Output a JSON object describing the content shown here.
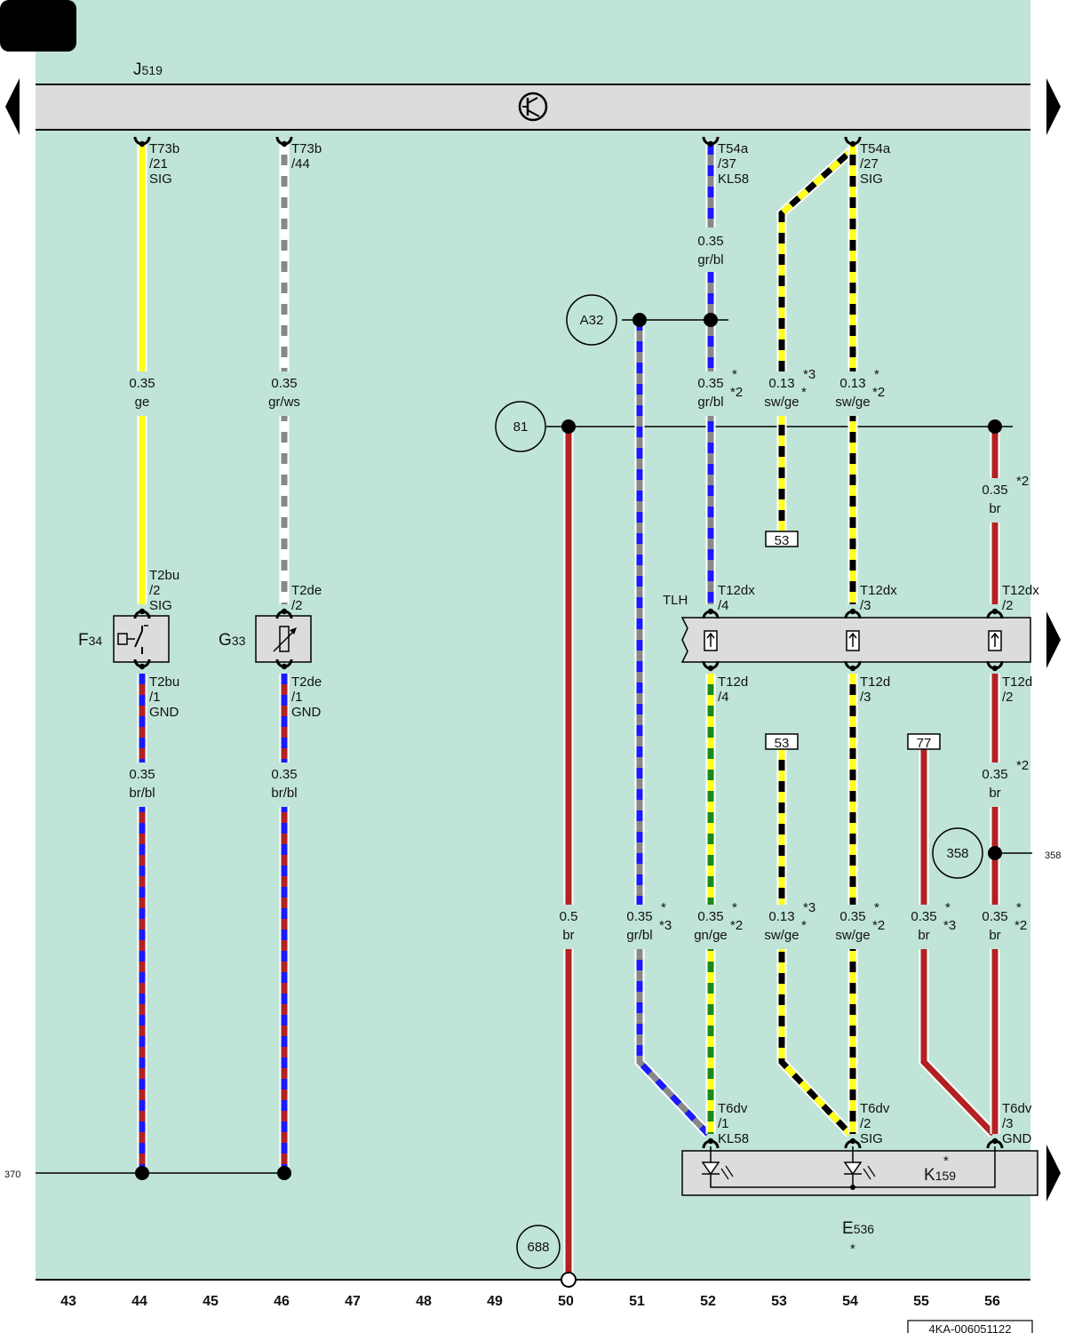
{
  "module": {
    "name": "J",
    "sub": "519"
  },
  "tlh": "TLH",
  "components": {
    "f34": {
      "name": "F",
      "sub": "34"
    },
    "g33": {
      "name": "G",
      "sub": "33"
    },
    "k159": {
      "name": "K",
      "sub": "159",
      "star": "*"
    },
    "e536": {
      "name": "E",
      "sub": "536",
      "star": "*"
    }
  },
  "pins": {
    "p44_top": [
      "T73b",
      "/21",
      "SIG"
    ],
    "p46_top": [
      "T73b",
      "/44"
    ],
    "p52_top": [
      "T54a",
      "/37",
      "KL58"
    ],
    "p54_top": [
      "T54a",
      "/27",
      "SIG"
    ],
    "p44_f_top": [
      "T2bu",
      "/2",
      "SIG"
    ],
    "p44_f_bot": [
      "T2bu",
      "/1",
      "GND"
    ],
    "p46_g_top": [
      "T2de",
      "/2"
    ],
    "p46_g_bot": [
      "T2de",
      "/1",
      "GND"
    ],
    "p52_tlh_top": [
      "T12dx",
      "/4"
    ],
    "p54_tlh_top": [
      "T12dx",
      "/3"
    ],
    "p56_tlh_top": [
      "T12dx",
      "/2"
    ],
    "p52_tlh_bot": [
      "T12d",
      "/4"
    ],
    "p54_tlh_bot": [
      "T12d",
      "/3"
    ],
    "p56_tlh_bot": [
      "T12d",
      "/2"
    ],
    "p52_k": [
      "T6dv",
      "/1",
      "KL58"
    ],
    "p54_k": [
      "T6dv",
      "/2",
      "SIG"
    ],
    "p56_k": [
      "T6dv",
      "/3",
      "GND"
    ]
  },
  "wires": {
    "w44a": {
      "size": "0.35",
      "color": "ge"
    },
    "w46a": {
      "size": "0.35",
      "color": "gr/ws"
    },
    "w44b": {
      "size": "0.35",
      "color": "br/bl"
    },
    "w46b": {
      "size": "0.35",
      "color": "br/bl"
    },
    "w52a": {
      "size": "0.35",
      "color": "gr/bl"
    },
    "w52b": {
      "size": "0.35",
      "color": "gr/bl",
      "note1": "*",
      "note2": "*2"
    },
    "w53a": {
      "size": "0.13",
      "color": "sw/ge",
      "note1": "*3",
      "note2": "*"
    },
    "w54a": {
      "size": "0.13",
      "color": "sw/ge",
      "note1": "*",
      "note2": "*2"
    },
    "w56a": {
      "size": "0.35",
      "color": "br",
      "note1": "*2"
    },
    "w56b": {
      "size": "0.35",
      "color": "br",
      "note1": "*2"
    },
    "w50": {
      "size": "0.5",
      "color": "br"
    },
    "w51": {
      "size": "0.35",
      "color": "gr/bl",
      "note1": "*",
      "note2": "*3"
    },
    "w52c": {
      "size": "0.35",
      "color": "gn/ge",
      "note1": "*",
      "note2": "*2"
    },
    "w53b": {
      "size": "0.13",
      "color": "sw/ge",
      "note1": "*3",
      "note2": "*"
    },
    "w54b": {
      "size": "0.35",
      "color": "sw/ge",
      "note1": "*",
      "note2": "*2"
    },
    "w55": {
      "size": "0.35",
      "color": "br",
      "note1": "*",
      "note2": "*3"
    },
    "w56c": {
      "size": "0.35",
      "color": "br",
      "note1": "*",
      "note2": "*2"
    }
  },
  "refs": {
    "a32": "A32",
    "c81": "81",
    "c358": "358",
    "c688": "688"
  },
  "terminals": {
    "t53a": "53",
    "t53b": "53",
    "t77": "77"
  },
  "side": {
    "left370": "370",
    "right358": "358"
  },
  "columns": [
    "43",
    "44",
    "45",
    "46",
    "47",
    "48",
    "49",
    "50",
    "51",
    "52",
    "53",
    "54",
    "55",
    "56"
  ],
  "doc_id": "4KA-006051122",
  "colors": {
    "background": "#c0e4d8",
    "band": "#dcdcdc",
    "ge": "#ffff1a",
    "sw": "#000000",
    "gr": "#888888",
    "bl": "#1a1aff",
    "br": "#b22222",
    "gn": "#1a8a1a",
    "ws": "#ffffff"
  }
}
